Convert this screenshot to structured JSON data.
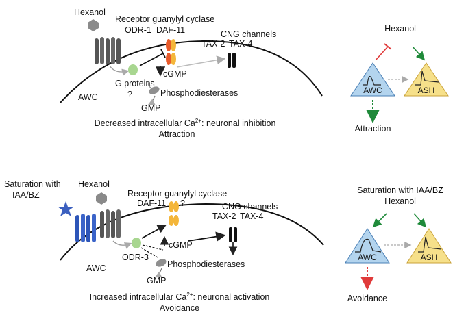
{
  "top": {
    "ligand": "Hexanol",
    "receptor_title": "Receptor guanylyl cyclase",
    "odr1": "ODR-1",
    "daf11": "DAF-11",
    "cng_title": "CNG channels",
    "tax2": "TAX-2",
    "tax4": "TAX-4",
    "cgmp": "cGMP",
    "gproteins": "G proteins",
    "question": "?",
    "pde": "Phosphodiesterases",
    "gmp": "GMP",
    "cell": "AWC",
    "caption_line1_pre": "Decreased intracellular Ca",
    "caption_sup": "2+",
    "caption_line1_post": ": neuronal inhibition",
    "caption_line2": "Attraction"
  },
  "bottom": {
    "saturation_line1": "Saturation with",
    "saturation_line2": "IAA/BZ",
    "ligand": "Hexanol",
    "receptor_title": "Receptor guanylyl cyclase",
    "daf11": "DAF-11",
    "question": "?",
    "cng_title": "CNG channels",
    "tax2": "TAX-2",
    "tax4": "TAX-4",
    "cgmp": "cGMP",
    "odr3": "ODR-3",
    "pde": "Phosphodiesterases",
    "gmp": "GMP",
    "cell": "AWC",
    "caption_line1_pre": "Increased intracellular Ca",
    "caption_sup": "2+",
    "caption_line1_post": ": neuronal activation",
    "caption_line2": "Avoidance"
  },
  "circuit_top": {
    "title": "Hexanol",
    "left_neuron": "AWC",
    "right_neuron": "ASH",
    "outcome": "Attraction"
  },
  "circuit_bottom": {
    "title_line1": "Saturation with IAA/BZ",
    "title_line2": "Hexanol",
    "left_neuron": "AWC",
    "right_neuron": "ASH",
    "outcome": "Avoidance"
  },
  "colors": {
    "awc_fill": "#b3d4ee",
    "ash_fill": "#f6e08a",
    "inhibit_red": "#e03a3a",
    "excite_green": "#1f8a3a",
    "gprotein_green": "#a8d690",
    "receptor_gray": "#555555",
    "receptor_blue": "#2d55b8",
    "odr1_color": "#e85a2a",
    "daf11_color": "#f4b63a",
    "star_blue": "#3b5fbf"
  }
}
